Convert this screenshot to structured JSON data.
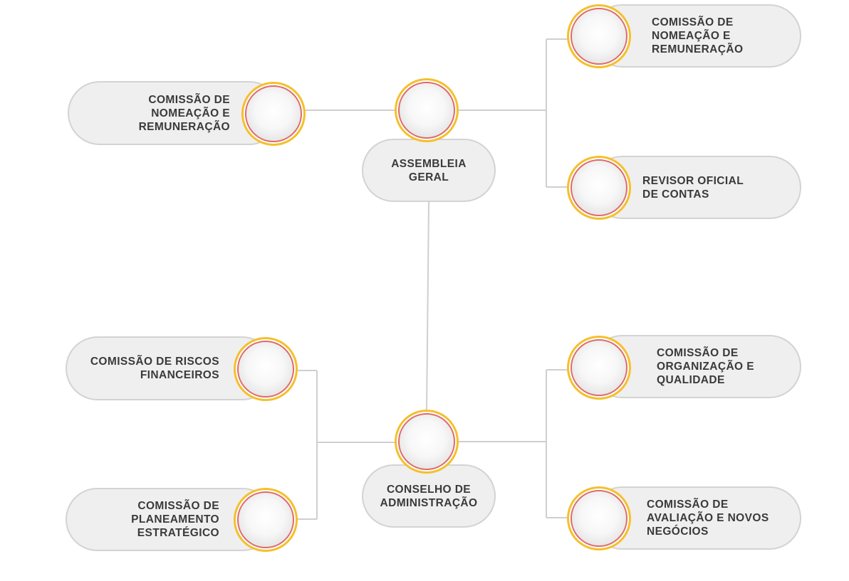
{
  "colors": {
    "pill_fill": "#efefef",
    "pill_border": "#d3d3d3",
    "connector": "#cfcfcf",
    "ring_outer": "#f4c02b",
    "ring_inner": "#e06a68",
    "text": "#3a3a3a"
  },
  "boxes": {
    "assembleia": {
      "label": "ASSEMBLEIA\nGERAL"
    },
    "conselho": {
      "label": "CONSELHO DE\nADMINISTRAÇÃO"
    },
    "left_nomeacao": {
      "label": "COMISSÃO DE\nNOMEAÇÃO E\nREMUNERAÇÃO"
    },
    "right_nomeacao": {
      "label": "COMISSÃO DE\nNOMEAÇÃO E\nREMUNERAÇÃO"
    },
    "revisor": {
      "label": "REVISOR OFICIAL\nDE CONTAS"
    },
    "riscos": {
      "label": "COMISSÃO DE RISCOS\nFINANCEIROS"
    },
    "planeamento": {
      "label": "COMISSÃO DE\nPLANEAMENTO\nESTRATÉGICO"
    },
    "organizacao": {
      "label": "COMISSÃO DE\nORGANIZAÇÃO E\nQUALIDADE"
    },
    "avaliacao": {
      "label": "COMISSÃO DE\nAVALIAÇÃO E NOVOS\nNEGÓCIOS"
    }
  }
}
